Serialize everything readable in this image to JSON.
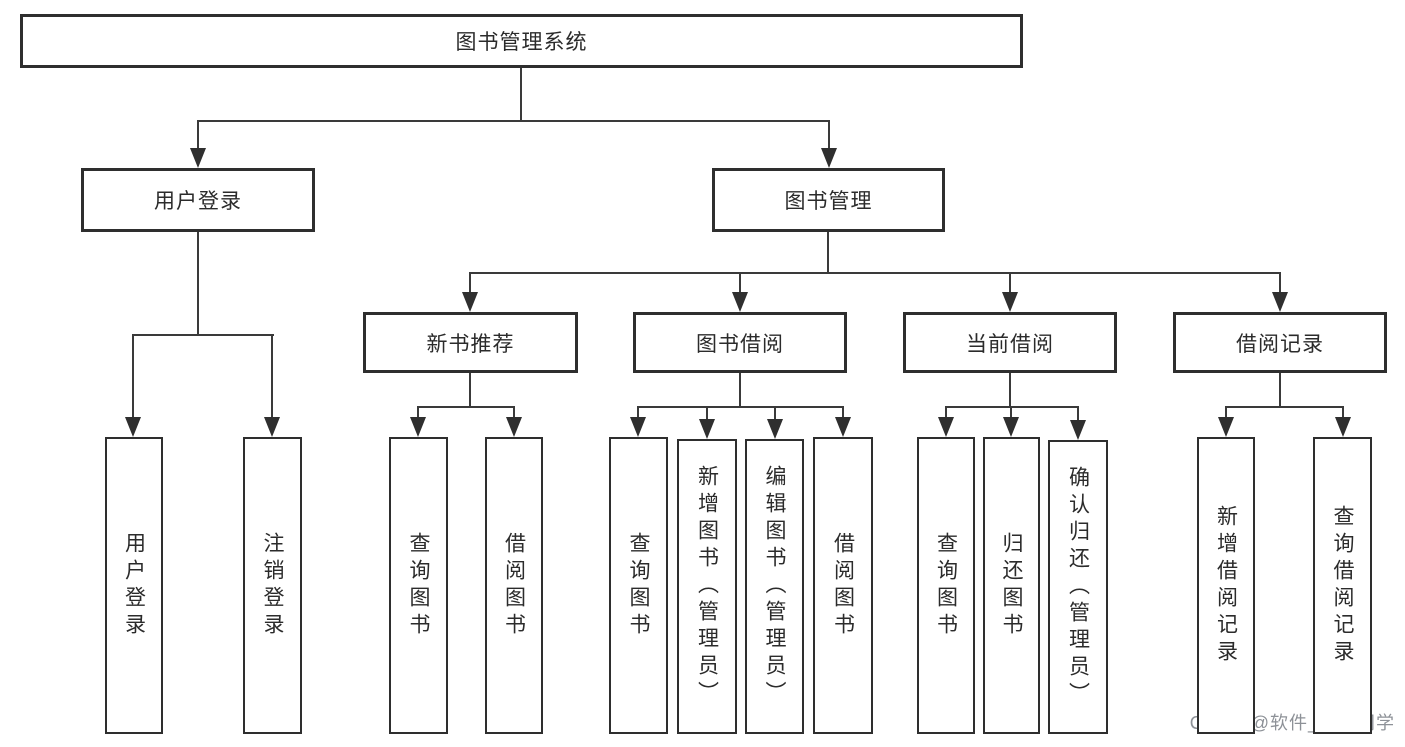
{
  "diagram": {
    "title": "图书管理系统",
    "watermark": {
      "text": "CSDN @软件_小贺同学"
    },
    "colors": {
      "box_border": "#2e2e2e",
      "connector_line": "#3a3a3a",
      "text": "#2b2b2b",
      "watermark": "#8d9197",
      "background": "#ffffff"
    },
    "nodes": [
      {
        "id": "root",
        "label": "图书管理系统",
        "orientation": "horizontal",
        "level": 1,
        "parent": null
      },
      {
        "id": "user-login-group",
        "label": "用户登录",
        "orientation": "horizontal",
        "level": 2,
        "parent": "root"
      },
      {
        "id": "book-mgmt",
        "label": "图书管理",
        "orientation": "horizontal",
        "level": 2,
        "parent": "root"
      },
      {
        "id": "new-book-rec",
        "label": "新书推荐",
        "orientation": "horizontal",
        "level": 3,
        "parent": "book-mgmt"
      },
      {
        "id": "book-borrowing",
        "label": "图书借阅",
        "orientation": "horizontal",
        "level": 3,
        "parent": "book-mgmt"
      },
      {
        "id": "current-borrowing",
        "label": "当前借阅",
        "orientation": "horizontal",
        "level": 3,
        "parent": "book-mgmt"
      },
      {
        "id": "borrowing-records",
        "label": "借阅记录",
        "orientation": "horizontal",
        "level": 3,
        "parent": "book-mgmt"
      },
      {
        "id": "user-login",
        "label": "用户登录",
        "orientation": "vertical",
        "level": 4,
        "parent": "user-login-group"
      },
      {
        "id": "logout",
        "label": "注销登录",
        "orientation": "vertical",
        "level": 4,
        "parent": "user-login-group"
      },
      {
        "id": "query-books-1",
        "label": "查询图书",
        "orientation": "vertical",
        "level": 4,
        "parent": "new-book-rec"
      },
      {
        "id": "borrow-books-1",
        "label": "借阅图书",
        "orientation": "vertical",
        "level": 4,
        "parent": "new-book-rec"
      },
      {
        "id": "query-books-2",
        "label": "查询图书",
        "orientation": "vertical",
        "level": 4,
        "parent": "book-borrowing"
      },
      {
        "id": "add-books-admin",
        "label": "新增图书（管理员）",
        "orientation": "vertical",
        "level": 4,
        "parent": "book-borrowing"
      },
      {
        "id": "edit-books-admin",
        "label": "编辑图书（管理员）",
        "orientation": "vertical",
        "level": 4,
        "parent": "book-borrowing"
      },
      {
        "id": "borrow-books-2",
        "label": "借阅图书",
        "orientation": "vertical",
        "level": 4,
        "parent": "book-borrowing"
      },
      {
        "id": "query-books-3",
        "label": "查询图书",
        "orientation": "vertical",
        "level": 4,
        "parent": "current-borrowing"
      },
      {
        "id": "return-books",
        "label": "归还图书",
        "orientation": "vertical",
        "level": 4,
        "parent": "current-borrowing"
      },
      {
        "id": "confirm-return-admin",
        "label": "确认归还（管理员）",
        "orientation": "vertical",
        "level": 4,
        "parent": "current-borrowing"
      },
      {
        "id": "add-borrow-record",
        "label": "新增借阅记录",
        "orientation": "vertical",
        "level": 4,
        "parent": "borrowing-records"
      },
      {
        "id": "query-borrow-record",
        "label": "查询借阅记录",
        "orientation": "vertical",
        "level": 4,
        "parent": "borrowing-records"
      }
    ]
  }
}
